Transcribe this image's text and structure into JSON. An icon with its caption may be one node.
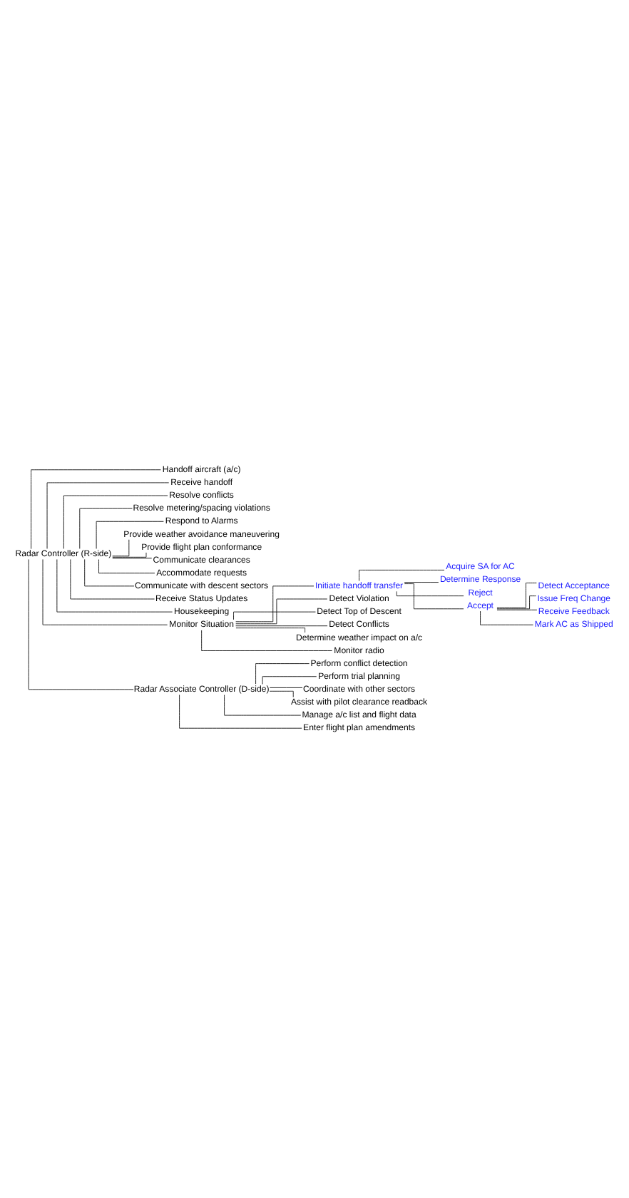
{
  "diagram": {
    "nodes": [
      {
        "text": [
          "Radar Controller (R-side)"
        ]
      },
      {
        "text": [
          "Handoff aircraft (a/c)"
        ]
      },
      {
        "text": [
          "Receive handoff"
        ]
      },
      {
        "text": [
          "Resolve conflicts"
        ]
      },
      {
        "text": [
          "Resolve metering/spacing violations"
        ]
      },
      {
        "text": [
          "Respond to Alarms"
        ]
      },
      {
        "text": [
          "Provide weather avoidance maneuvering"
        ]
      },
      {
        "text": [
          "Provide flight plan conformance"
        ]
      },
      {
        "text": [
          "Communicate clearances"
        ]
      },
      {
        "text": [
          "Accommodate requests"
        ]
      },
      {
        "text": [
          "Communicate with descent sectors"
        ]
      },
      {
        "text": [
          "Receive Status Updates"
        ]
      },
      {
        "text": [
          "Housekeeping"
        ]
      },
      {
        "text": [
          "Monitor Situation"
        ]
      },
      {
        "text": [
          "Initiate handoff transfer"
        ]
      },
      {
        "text": [
          "Acquire SA for AC"
        ]
      },
      {
        "text": [
          "Determine Response"
        ]
      },
      {
        "text": [
          "Reject"
        ]
      },
      {
        "text": [
          "Accept"
        ]
      },
      {
        "text": [
          "Detect Acceptance"
        ]
      },
      {
        "text": [
          "Issue Freq Change"
        ]
      },
      {
        "text": [
          "Receive Feedback"
        ]
      },
      {
        "text": [
          "Mark AC as Shipped"
        ]
      },
      {
        "text": [
          "Detect Violation"
        ]
      },
      {
        "text": [
          "Detect Top of Descent"
        ]
      },
      {
        "text": [
          "Detect Conflicts"
        ]
      },
      {
        "text": [
          "Determine weather impact on a/c"
        ]
      },
      {
        "text": [
          "Monitor radio"
        ]
      },
      {
        "text": [
          "Radar Associate Controller (D-side)"
        ]
      },
      {
        "text": [
          "Perform conflict detection"
        ]
      },
      {
        "text": [
          "Perform trial planning"
        ]
      },
      {
        "text": [
          "Coordinate with other sectors"
        ]
      },
      {
        "text": [
          "Assist with pilot clearance readback"
        ]
      },
      {
        "text": [
          "Manage a/c list and flight data"
        ]
      },
      {
        "text": [
          "Enter flight plan amendments"
        ]
      }
    ],
    "edges": [
      {
        "from": 0,
        "to": 28,
        "arrow": "none"
      },
      {
        "from": 0,
        "to": 1,
        "arrow": "none"
      },
      {
        "from": 0,
        "to": 2,
        "arrow": "none"
      },
      {
        "from": 0,
        "to": 3,
        "arrow": "none"
      },
      {
        "from": 0,
        "to": 4,
        "arrow": "none"
      },
      {
        "from": 0,
        "to": 5,
        "arrow": "none"
      },
      {
        "from": 0,
        "to": 6,
        "arrow": "none"
      },
      {
        "from": 0,
        "to": 7,
        "arrow": "none"
      },
      {
        "from": 0,
        "to": 8,
        "arrow": "none"
      },
      {
        "from": 0,
        "to": 9,
        "arrow": "none"
      },
      {
        "from": 0,
        "to": 10,
        "arrow": "none"
      },
      {
        "from": 0,
        "to": 11,
        "arrow": "none"
      },
      {
        "from": 0,
        "to": 12,
        "arrow": "none"
      },
      {
        "from": 0,
        "to": 13,
        "arrow": "none"
      },
      {
        "from": 13,
        "to": 14,
        "arrow": "none"
      },
      {
        "from": 14,
        "to": 15,
        "arrow": "none"
      },
      {
        "from": 14,
        "to": 16,
        "arrow": "none"
      },
      {
        "from": 14,
        "to": 17,
        "arrow": "none"
      },
      {
        "from": 14,
        "to": 18,
        "arrow": "none"
      },
      {
        "from": 18,
        "to": 19,
        "arrow": "none"
      },
      {
        "from": 18,
        "to": 20,
        "arrow": "none"
      },
      {
        "from": 18,
        "to": 21,
        "arrow": "none"
      },
      {
        "from": 18,
        "to": 22,
        "arrow": "none"
      },
      {
        "from": 13,
        "to": 23,
        "arrow": "none"
      },
      {
        "from": 13,
        "to": 24,
        "arrow": "none"
      },
      {
        "from": 13,
        "to": 25,
        "arrow": "none"
      },
      {
        "from": 13,
        "to": 26,
        "arrow": "none"
      },
      {
        "from": 13,
        "to": 27,
        "arrow": "none"
      },
      {
        "from": 28,
        "to": 29,
        "arrow": "none"
      },
      {
        "from": 28,
        "to": 30,
        "arrow": "none"
      },
      {
        "from": 28,
        "to": 31,
        "arrow": "none"
      },
      {
        "from": 28,
        "to": 32,
        "arrow": "none"
      },
      {
        "from": 28,
        "to": 33,
        "arrow": "none"
      },
      {
        "from": 28,
        "to": 34,
        "arrow": "none"
      }
    ]
  }
}
